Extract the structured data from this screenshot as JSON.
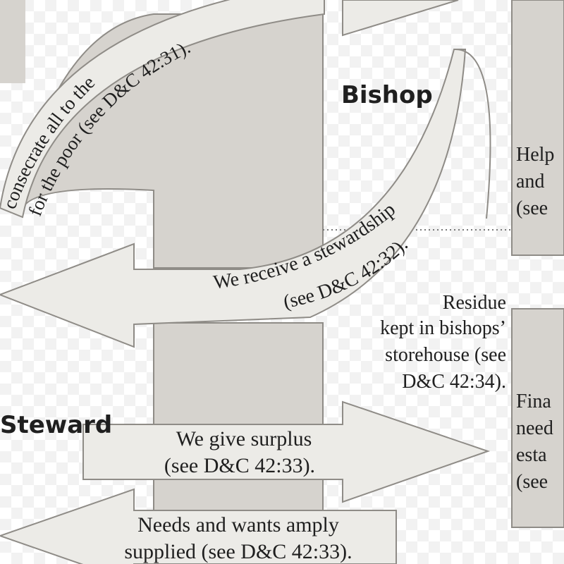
{
  "labels": {
    "bishop": "Bishop",
    "steward": "Steward",
    "residue": [
      "Residue",
      "kept in bishops’",
      "storehouse (see",
      "D&C 42:34)."
    ]
  },
  "arrows": {
    "consecrate": [
      "consecrate all to the",
      "for the poor (see D&C 42:31)."
    ],
    "stewardship": [
      "We receive a stewardship",
      "(see D&C 42:32)."
    ],
    "surplus": [
      "We give surplus",
      "(see D&C 42:33)."
    ],
    "needs": [
      "Needs and wants amply",
      "supplied (see D&C 42:33)."
    ]
  },
  "right_column": {
    "upper": [
      "Help",
      "and",
      "(see"
    ],
    "lower": [
      "Fina",
      "need",
      "esta",
      "(see"
    ]
  },
  "colors": {
    "panel_fill": "#d6d3ce",
    "arrow_fill": "#ecebe7",
    "outline": "#8f8c87",
    "text": "#1f1f1f",
    "checker": "#f2f2f2"
  }
}
